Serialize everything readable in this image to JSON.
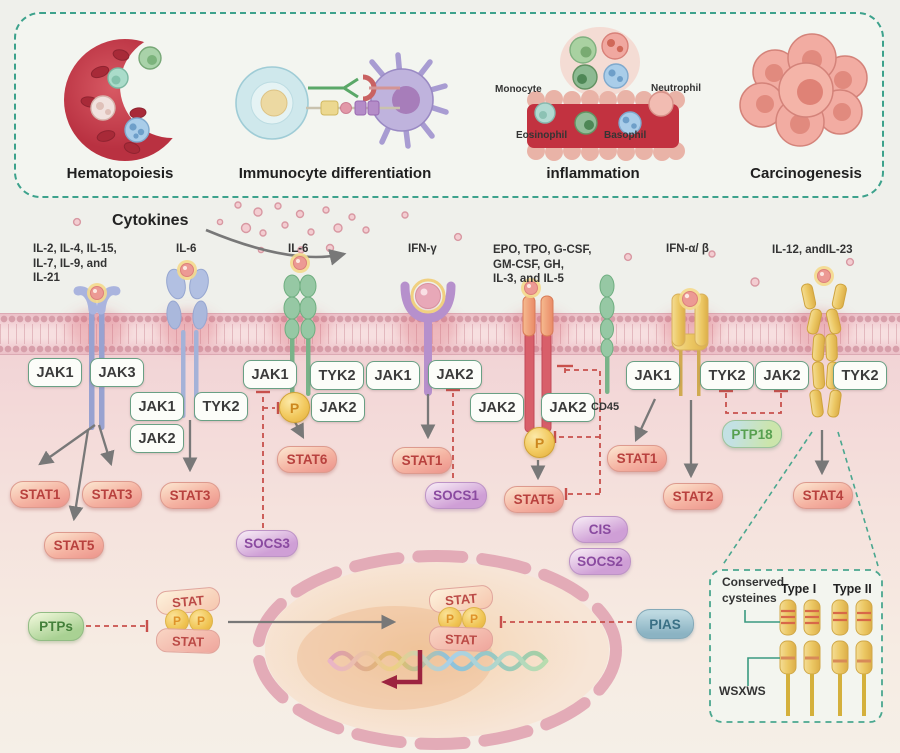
{
  "panel": {
    "captions": [
      "Hematopoiesis",
      "Immunocyte differentiation",
      "inflammation",
      "Carcinogenesis"
    ],
    "inflammation_labels": {
      "monocyte": "Monocyte",
      "neutrophil": "Neutrophil",
      "eosinophil": "Eosinophil",
      "basophil": "Basophil"
    }
  },
  "cytokines_title": "Cytokines",
  "ligands": {
    "g1l1": "IL-2, IL-4, IL-15,",
    "g1l2": "IL-7, IL-9, and",
    "g1l3": "IL-21",
    "g2": "IL-6",
    "g3": "IL-6",
    "g4": "IFN-γ",
    "g5l1": "EPO, TPO, G-CSF,",
    "g5l2": "GM-CSF, GH,",
    "g5l3": "IL-3, and IL-5",
    "g6": "IFN-α/ β",
    "g7": "IL-12, andIL-23"
  },
  "kinases": [
    "JAK1",
    "JAK3",
    "JAK1",
    "JAK2",
    "TYK2",
    "JAK1",
    "TYK2",
    "JAK2",
    "JAK1",
    "JAK2",
    "JAK2",
    "JAK2",
    "JAK1",
    "TYK2",
    "JAK2",
    "TYK2"
  ],
  "cd45": "CD45",
  "stats": [
    "STAT1",
    "STAT3",
    "STAT5",
    "STAT3",
    "STAT6",
    "STAT1",
    "STAT5",
    "STAT1",
    "STAT2",
    "STAT4"
  ],
  "regulators": {
    "socs3": "SOCS3",
    "socs1": "SOCS1",
    "cis": "CIS",
    "socs2": "SOCS2",
    "ptp18": "PTP18",
    "ptps": "PTPs",
    "pias": "PIAS"
  },
  "phospho": "P",
  "dimer": {
    "stat": "STAT",
    "p": "P"
  },
  "inset": {
    "conserved1": "Conserved",
    "conserved2": "cysteines",
    "type1": "Type I",
    "type2": "Type II",
    "wsxws": "WSXWS"
  }
}
